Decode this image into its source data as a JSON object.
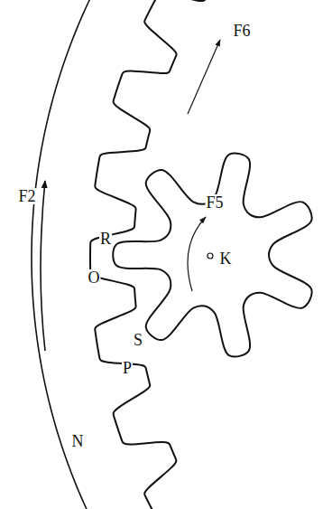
{
  "diagram": {
    "labels": [
      "F6",
      "F2",
      "R",
      "O",
      "F5",
      "K",
      "S",
      "P",
      "N"
    ]
  }
}
